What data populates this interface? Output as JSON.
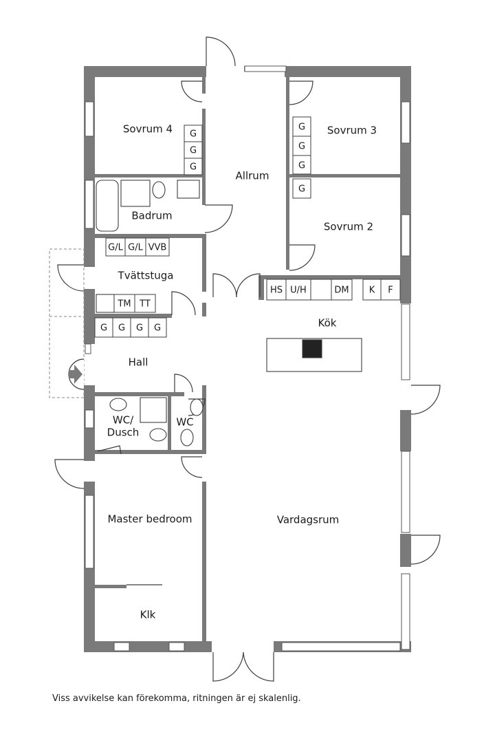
{
  "rooms": {
    "sovrum4": "Sovrum 4",
    "sovrum3": "Sovrum 3",
    "sovrum2": "Sovrum 2",
    "allrum": "Allrum",
    "badrum": "Badrum",
    "tvattstuga": "Tvättstuga",
    "kok": "Kök",
    "hall": "Hall",
    "wc_dusch_1": "WC/",
    "wc_dusch_2": "Dusch",
    "wc": "WC",
    "master": "Master bedroom",
    "vardagsrum": "Vardagsrum",
    "klk": "Klk"
  },
  "fixtures": {
    "g": "G",
    "gl": "G/L",
    "vvb": "VVB",
    "tm": "TM",
    "tt": "TT",
    "hs": "HS",
    "uh": "U/H",
    "dm": "DM",
    "k": "K",
    "f": "F"
  },
  "note": "Viss avvikelse kan förekomma, ritningen är ej skalenlig.",
  "colors": {
    "wall": "#7a7a7a",
    "line": "#3c3c3c",
    "window": "#ffffff"
  }
}
